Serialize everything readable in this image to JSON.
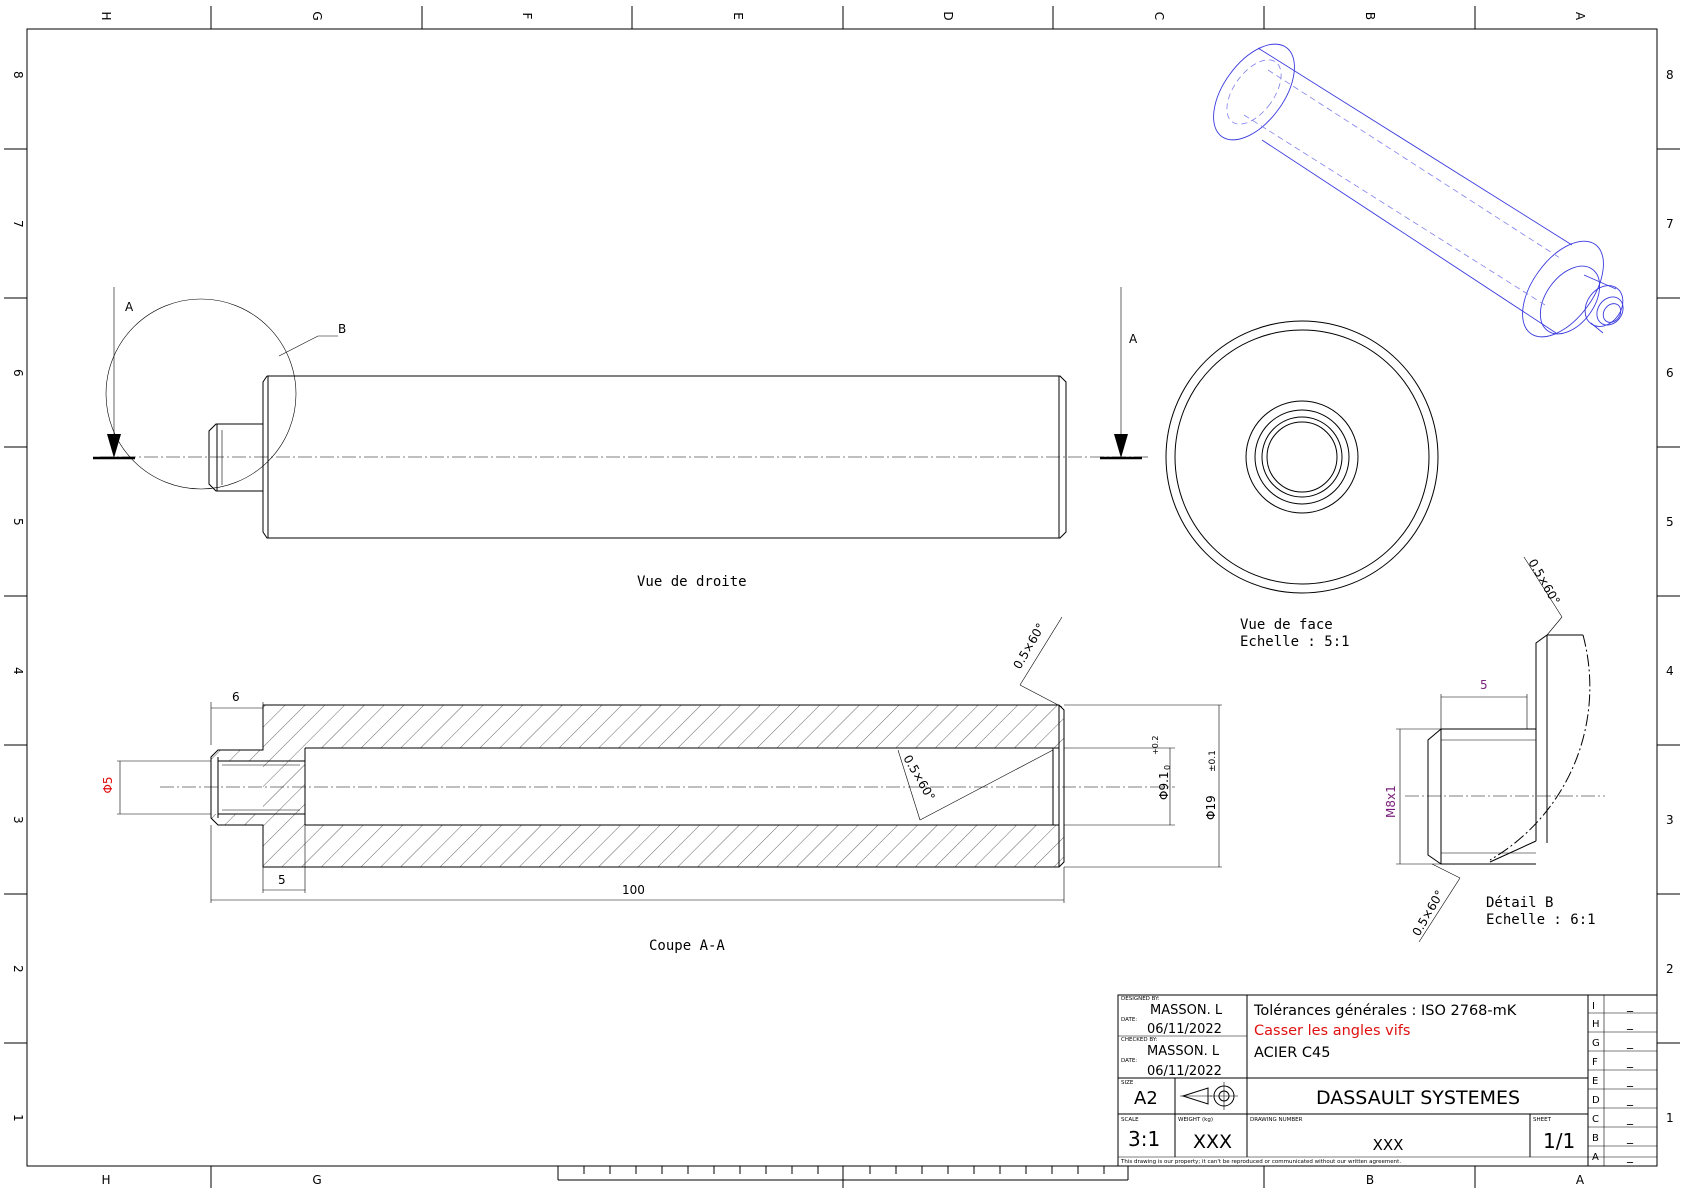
{
  "frame": {
    "cols_top": [
      "H",
      "G",
      "F",
      "E",
      "D",
      "C",
      "B",
      "A"
    ],
    "cols_bottom": [
      "H",
      "G",
      "B",
      "A"
    ],
    "rows": [
      "8",
      "7",
      "6",
      "5",
      "4",
      "3",
      "2",
      "1"
    ]
  },
  "views": {
    "right_view_caption": "Vue de droite",
    "section_caption": "Coupe A-A",
    "front_caption_1": "Vue de face",
    "front_caption_2": "Echelle :  5:1",
    "detail_caption_1": "Détail B",
    "detail_caption_2": "Echelle :  6:1",
    "cut_label_left": "A",
    "cut_label_right": "A",
    "detail_label": "B"
  },
  "dims": {
    "d6": "6",
    "d5_bottom": "5",
    "d100": "100",
    "phi5": "Φ5",
    "phi9": "Φ9.1",
    "phi9_tol_up": "+0.2",
    "phi9_tol_dn": "0",
    "phi19": "Φ19",
    "phi19_tol": "±0.1",
    "chamfer": "0.5×60°",
    "detail_5": "5",
    "m8": "M8x1"
  },
  "title_block": {
    "designed_by_label": "DESIGNED BY:",
    "designed_by": "MASSON. L",
    "date_label": "DATE:",
    "date1": "06/11/2022",
    "checked_by_label": "CHECKED BY:",
    "checked_by": "MASSON. L",
    "date2": "06/11/2022",
    "size_label": "SIZE",
    "size": "A2",
    "tolerances": "Tolérances générales : ISO 2768-mK",
    "note_red": "Casser les angles vifs",
    "material": "ACIER C45",
    "company": "DASSAULT SYSTEMES",
    "scale_label": "SCALE",
    "scale": "3:1",
    "weight_label": "WEIGHT (kg)",
    "weight": "XXX",
    "drawing_number_label": "DRAWING NUMBER",
    "drawing_number": "XXX",
    "sheet_label": "SHEET",
    "sheet": "1/1",
    "footer": "This drawing is our property; it can't be reproduced or communicated without our written agreement.",
    "revisions": [
      "I",
      "H",
      "G",
      "F",
      "E",
      "D",
      "C",
      "B",
      "A"
    ],
    "revision_value": "_"
  },
  "colors": {
    "line": "#000000",
    "iso_view": "#3a3adf",
    "red_note": "#e01010",
    "purple_dim": "#7a1f7a"
  }
}
